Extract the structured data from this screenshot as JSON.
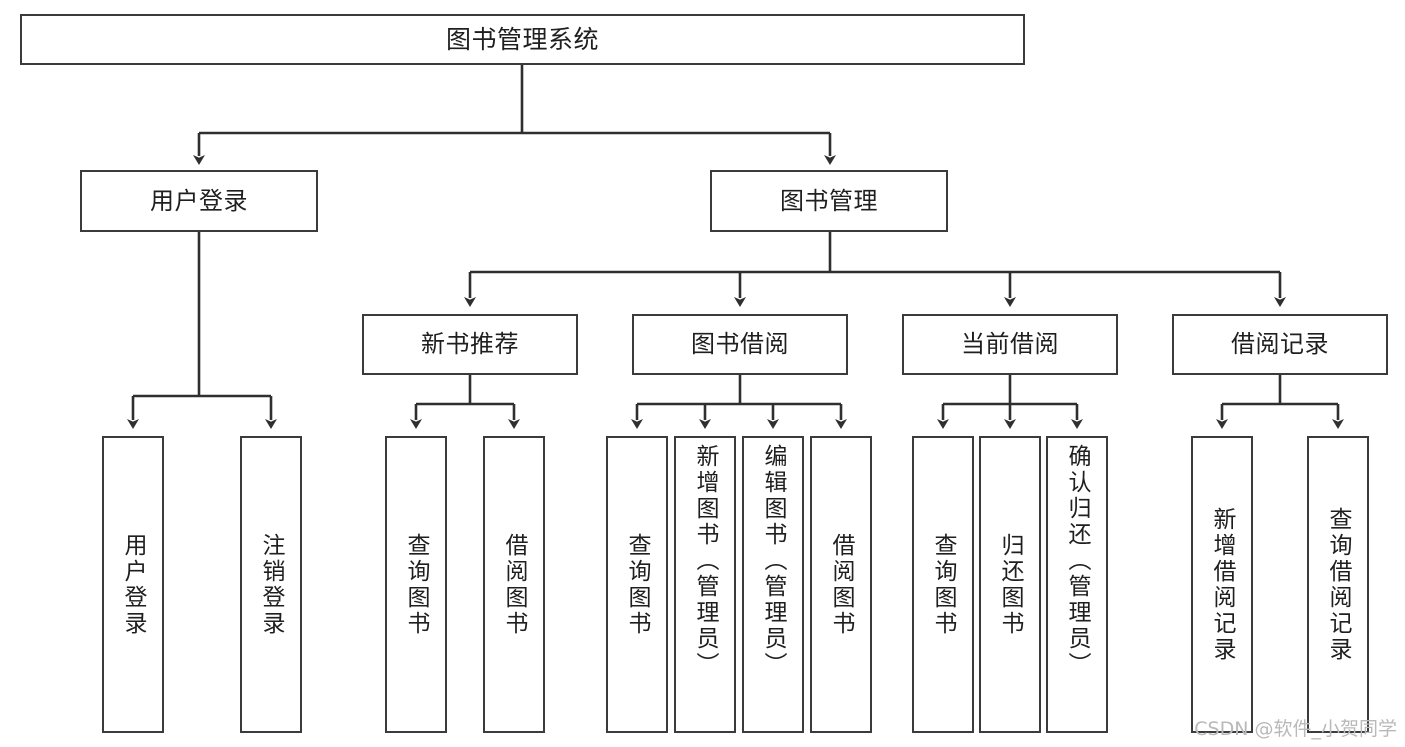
{
  "diagram": {
    "type": "tree-hierarchy",
    "title": "图书管理系统",
    "watermark": "CSDN @软件_小贺同学",
    "colors": {
      "box_border": "#3b3b3b",
      "box_fill": "#ffffff",
      "line": "#2f2f2f",
      "text": "#1f1f1f",
      "watermark": "#b9b9b9",
      "background": "#ffffff"
    },
    "root": {
      "label": "图书管理系统"
    },
    "level2": [
      {
        "label": "用户登录"
      },
      {
        "label": "图书管理"
      }
    ],
    "level3": [
      {
        "label": "新书推荐"
      },
      {
        "label": "图书借阅"
      },
      {
        "label": "当前借阅"
      },
      {
        "label": "借阅记录"
      }
    ],
    "leaves": {
      "user_login": [
        {
          "label": "用户登录"
        },
        {
          "label": "注销登录"
        }
      ],
      "new_book_recommend": [
        {
          "label": "查询图书"
        },
        {
          "label": "借阅图书"
        }
      ],
      "book_borrow": [
        {
          "label": "查询图书"
        },
        {
          "label": "新增图书（管理员）"
        },
        {
          "label": "编辑图书（管理员）"
        },
        {
          "label": "借阅图书"
        }
      ],
      "current_borrow": [
        {
          "label": "查询图书"
        },
        {
          "label": "归还图书"
        },
        {
          "label": "确认归还（管理员）"
        }
      ],
      "borrow_record": [
        {
          "label": "新增借阅记录"
        },
        {
          "label": "查询借阅记录"
        }
      ]
    }
  }
}
